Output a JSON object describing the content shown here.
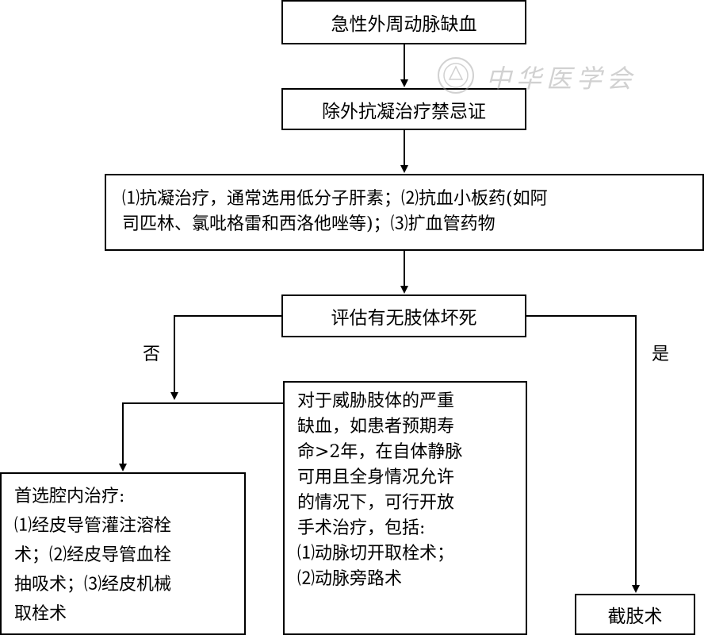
{
  "nodes": {
    "acute_ischemia": "急性外周动脉缺血",
    "exclude_contraindication": "除外抗凝治疗禁忌证",
    "drug_therapy_lines": [
      "⑴抗凝治疗，通常选用低分子肝素；⑵抗血小板药(如阿",
      "司匹林、氯吡格雷和西洛他唑等)；⑶扩血管药物"
    ],
    "assess_necrosis": "评估有无肢体坏死",
    "endovascular_lines": [
      "首选腔内治疗:",
      "⑴经皮导管灌注溶栓",
      "术；⑵经皮导管血栓",
      "抽吸术；⑶经皮机械",
      "取栓术"
    ],
    "open_surgery_lines": [
      "对于威胁肢体的严重",
      "缺血，如患者预期寿",
      "命>2年，在自体静脉",
      "可用且全身情况允许",
      "的情况下，可行开放",
      "手术治疗，包括:",
      "⑴动脉切开取栓术；",
      "⑵动脉旁路术"
    ],
    "amputation": "截肢术"
  },
  "edge_labels": {
    "no": "否",
    "yes": "是"
  },
  "watermark": {
    "text": "中华医学会",
    "color": "#9a9a9a"
  }
}
